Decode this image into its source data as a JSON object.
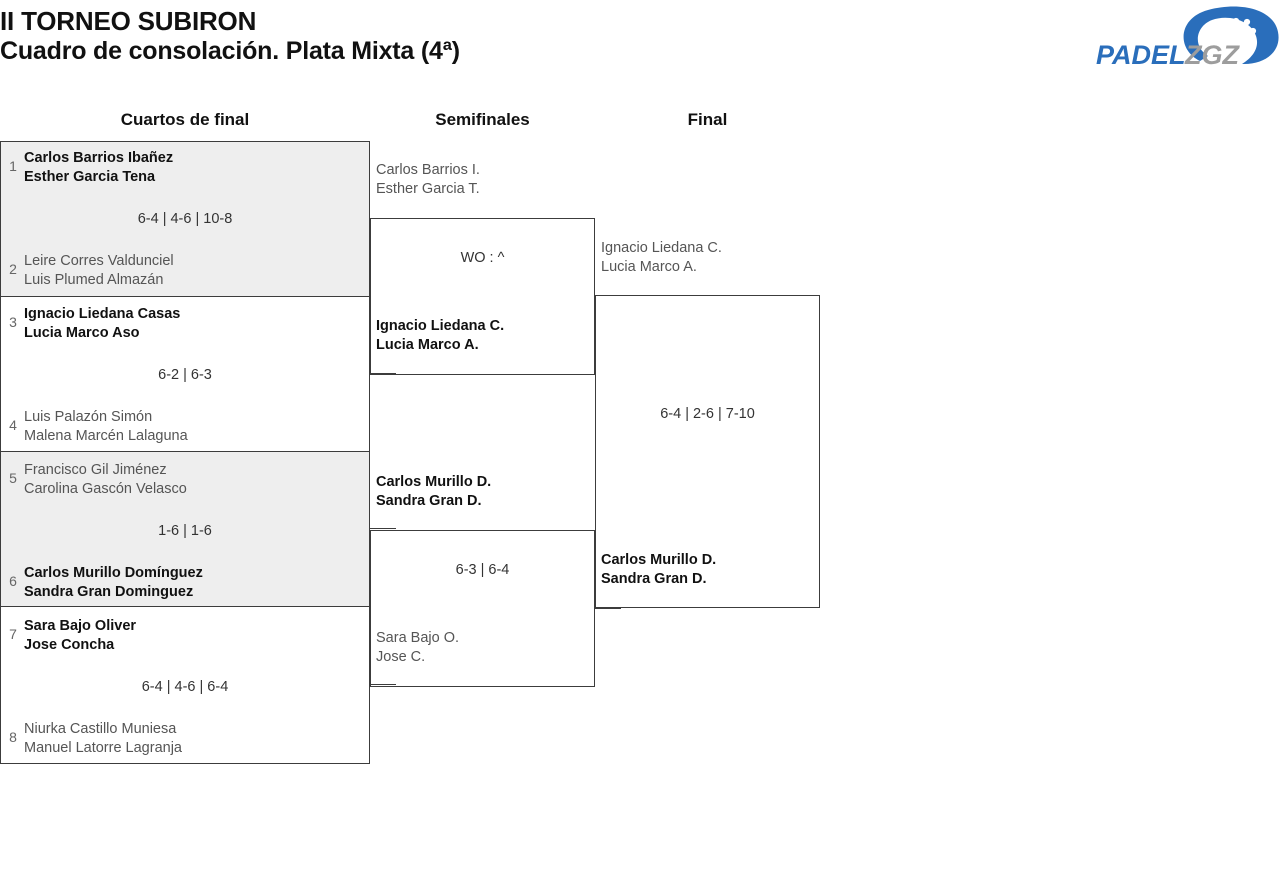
{
  "header": {
    "tournament": "II TORNEO SUBIRON",
    "subtitle": "Cuadro de consolación. Plata Mixta (4ª)",
    "logo": {
      "name": "padelzgz-logo",
      "word_primary": "PADEL",
      "word_secondary": "ZGZ",
      "color_primary": "#2a6ebb",
      "color_secondary": "#9d9d9d"
    }
  },
  "rounds": [
    {
      "key": "qf",
      "label": "Cuartos de final"
    },
    {
      "key": "sf",
      "label": "Semifinales"
    },
    {
      "key": "f",
      "label": "Final"
    }
  ],
  "quarterfinals": [
    {
      "id": "qf1",
      "shaded": true,
      "score": "6-4 | 4-6 | 10-8",
      "top": {
        "seed": "1",
        "player1": "Carlos Barrios Ibañez",
        "player2": "Esther Garcia Tena",
        "result": "winner"
      },
      "bottom": {
        "seed": "2",
        "player1": "Leire Corres Valdunciel",
        "player2": "Luis Plumed Almazán",
        "result": "loser"
      }
    },
    {
      "id": "qf2",
      "shaded": false,
      "score": "6-2 | 6-3",
      "top": {
        "seed": "3",
        "player1": "Ignacio Liedana Casas",
        "player2": "Lucia Marco Aso",
        "result": "winner"
      },
      "bottom": {
        "seed": "4",
        "player1": "Luis Palazón Simón",
        "player2": "Malena Marcén Lalaguna",
        "result": "loser"
      }
    },
    {
      "id": "qf3",
      "shaded": true,
      "score": "1-6 | 1-6",
      "top": {
        "seed": "5",
        "player1": "Francisco Gil Jiménez",
        "player2": "Carolina Gascón Velasco",
        "result": "loser"
      },
      "bottom": {
        "seed": "6",
        "player1": "Carlos Murillo Domínguez",
        "player2": "Sandra Gran Dominguez",
        "result": "winner"
      }
    },
    {
      "id": "qf4",
      "shaded": false,
      "score": "6-4 | 4-6 | 6-4",
      "top": {
        "seed": "7",
        "player1": "Sara Bajo Oliver",
        "player2": "Jose Concha",
        "result": "winner"
      },
      "bottom": {
        "seed": "8",
        "player1": "Niurka Castillo Muniesa",
        "player2": "Manuel Latorre Lagranja",
        "result": "loser"
      }
    }
  ],
  "semifinals": [
    {
      "id": "sf1",
      "score": "WO : ^",
      "top": {
        "player1": "Carlos Barrios I.",
        "player2": "Esther Garcia T.",
        "result": "loser"
      },
      "bottom": {
        "player1": "Ignacio Liedana C.",
        "player2": "Lucia Marco A.",
        "result": "winner"
      }
    },
    {
      "id": "sf2",
      "score": "6-3 | 6-4",
      "top": {
        "player1": "Carlos Murillo D.",
        "player2": "Sandra Gran D.",
        "result": "winner"
      },
      "bottom": {
        "player1": "Sara Bajo O.",
        "player2": "Jose C.",
        "result": "loser"
      }
    }
  ],
  "final": [
    {
      "id": "f1",
      "score": "6-4 | 2-6 | 7-10",
      "top": {
        "player1": "Ignacio Liedana C.",
        "player2": "Lucia Marco A.",
        "result": "loser"
      },
      "bottom": {
        "player1": "Carlos Murillo D.",
        "player2": "Sandra Gran D.",
        "result": "winner"
      }
    }
  ]
}
